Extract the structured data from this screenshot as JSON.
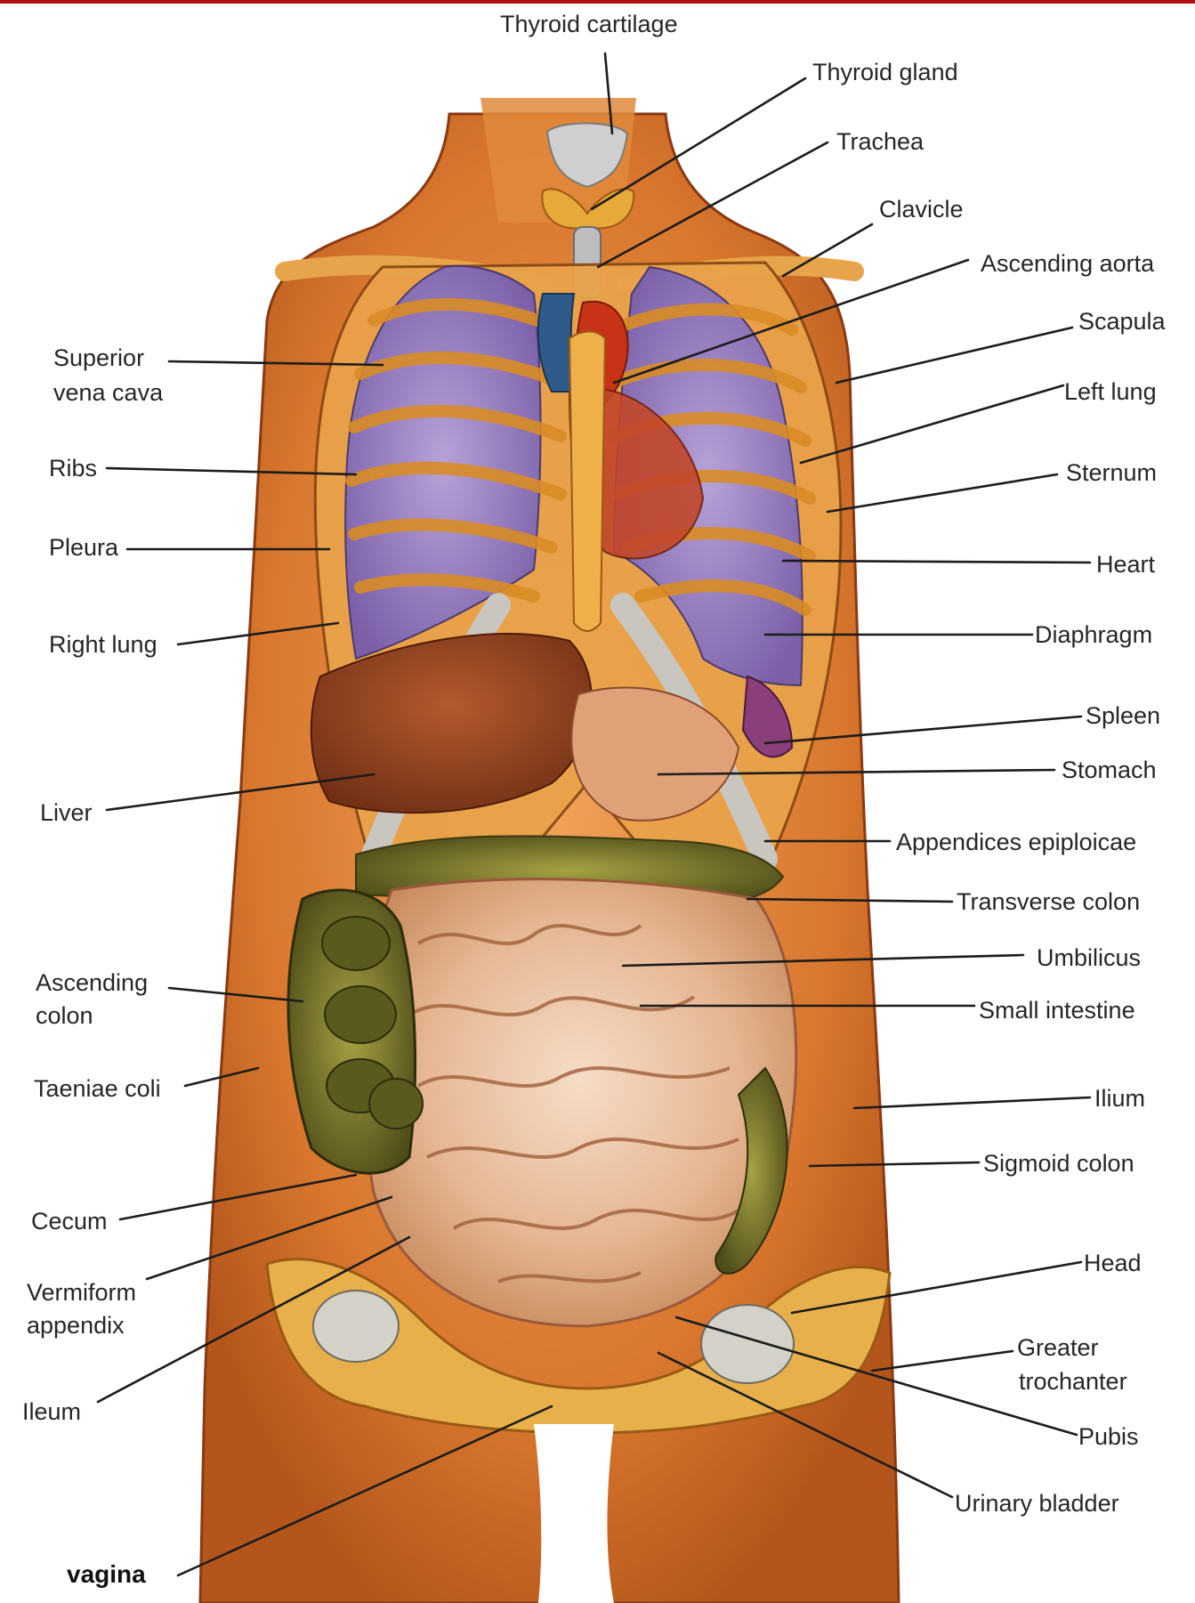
{
  "labels": {
    "thyroid_cartilage": "Thyroid cartilage",
    "thyroid_gland": "Thyroid gland",
    "trachea": "Trachea",
    "clavicle": "Clavicle",
    "ascending_aorta": "Ascending aorta",
    "scapula": "Scapula",
    "superior_vena_cava_1": "Superior",
    "superior_vena_cava_2": "vena cava",
    "left_lung": "Left lung",
    "ribs": "Ribs",
    "sternum": "Sternum",
    "pleura": "Pleura",
    "heart": "Heart",
    "right_lung": "Right lung",
    "diaphragm": "Diaphragm",
    "spleen": "Spleen",
    "stomach": "Stomach",
    "liver": "Liver",
    "appendices_epiploicae": "Appendices epiploicae",
    "transverse_colon": "Transverse colon",
    "umbilicus": "Umbilicus",
    "ascending_colon_1": "Ascending",
    "ascending_colon_2": "colon",
    "small_intestine": "Small intestine",
    "taeniae_coli": "Taeniae coli",
    "ilium": "Ilium",
    "sigmoid_colon": "Sigmoid colon",
    "cecum": "Cecum",
    "head": "Head",
    "vermiform_appendix_1": "Vermiform",
    "vermiform_appendix_2": "appendix",
    "greater_trochanter_1": "Greater",
    "greater_trochanter_2": "trochanter",
    "pubis": "Pubis",
    "ileum": "Ileum",
    "urinary_bladder": "Urinary bladder",
    "vagina": "vagina"
  },
  "colors": {
    "top_rule": "#b30f12",
    "label_text": "#262626",
    "leader_line": "#1c1c1c",
    "skin_muscle": "#d9772e",
    "lung": "#8c72b8",
    "rib_bone": "#e6a02a",
    "cartilage": "#c9c6c0",
    "liver": "#8f3f1f",
    "small_intestine": "#e8c0a0",
    "colon": "#6b6a24",
    "heart": "#c83318",
    "vena_cava": "#2f5b8a"
  }
}
